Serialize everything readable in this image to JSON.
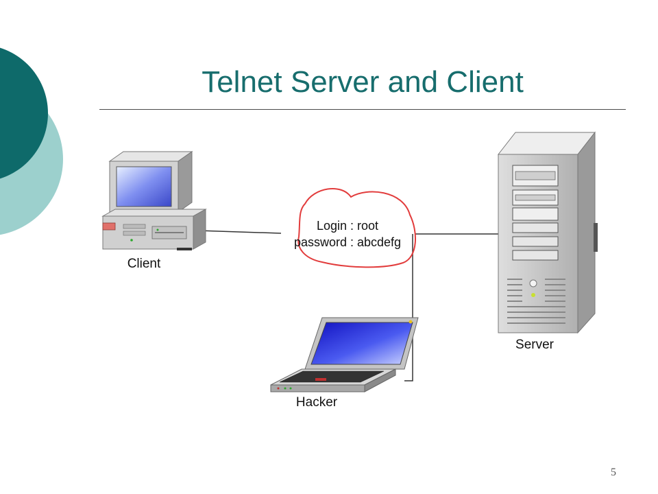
{
  "slide": {
    "title": "Telnet Server and Client",
    "page_number": "5"
  },
  "diagram": {
    "nodes": {
      "client": "Client",
      "server": "Server",
      "hacker": "Hacker"
    },
    "credentials": {
      "login": "Login : root",
      "password": "password : abcdefg"
    }
  },
  "colors": {
    "title": "#176d6d",
    "circle_dark": "#0e6a6a",
    "circle_light": "#9cd0cd",
    "annotation": "#e23c3c"
  }
}
